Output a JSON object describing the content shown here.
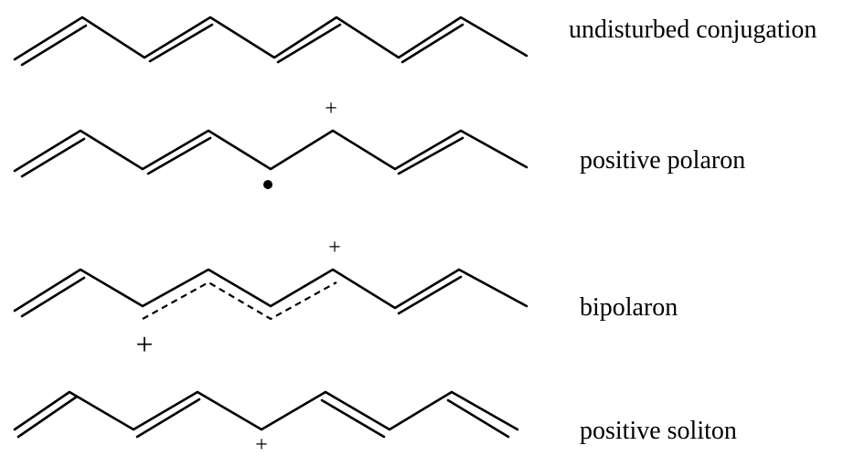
{
  "rows": [
    {
      "id": "undisturbed-conjugation",
      "label": "undisturbed conjugation",
      "charges": []
    },
    {
      "id": "positive-polaron",
      "label": "positive polaron",
      "charges": [
        "+"
      ],
      "radical": true
    },
    {
      "id": "bipolaron",
      "label": "bipolaron",
      "charges": [
        "+",
        "+"
      ]
    },
    {
      "id": "positive-soliton",
      "label": "positive soliton",
      "charges": [
        "+"
      ]
    }
  ]
}
